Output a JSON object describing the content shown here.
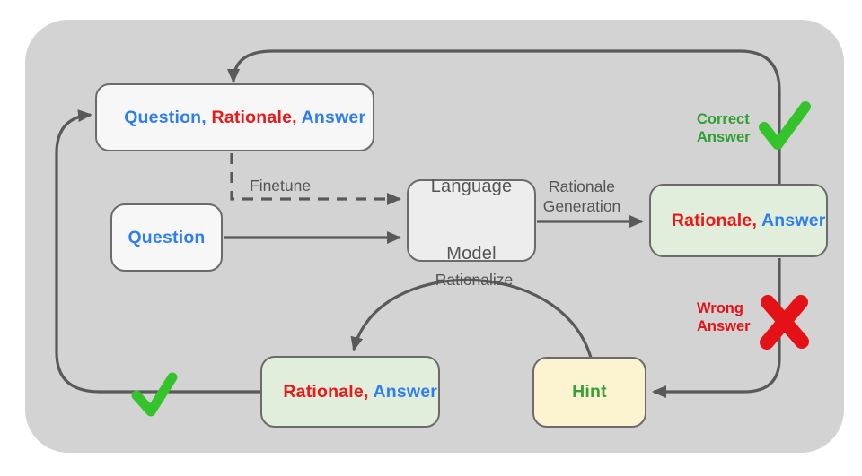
{
  "palette": {
    "canvas_bg": "#d3d3d3",
    "node_border": "#6b6b6b",
    "node_bg_light": "#f7f7f7",
    "node_bg_gray": "#ededed",
    "node_bg_green": "#e1eedb",
    "node_bg_yellow": "#fcf4d0",
    "blue": "#2e7ef2",
    "red": "#ee1616",
    "green_text": "#3a9e3a",
    "check_green": "#35c32b",
    "cross_red": "#e41217",
    "line": "#595959"
  },
  "nodes": {
    "question_rationale_answer": {
      "parts": [
        {
          "text": "Question,",
          "color": "#2e7ef2"
        },
        {
          "text": " Rationale,",
          "color": "#ee1616"
        },
        {
          "text": " Answer",
          "color": "#2e7ef2"
        }
      ]
    },
    "question": {
      "label": "Question",
      "color": "#2e7ef2"
    },
    "language_model": {
      "line1": "Language",
      "line2": "Model"
    },
    "rationale_answer_right": {
      "parts": [
        {
          "text": "Rationale,",
          "color": "#ee1616"
        },
        {
          "text": " Answer",
          "color": "#2e7ef2"
        }
      ]
    },
    "rationale_answer_bottom": {
      "parts": [
        {
          "text": "Rationale,",
          "color": "#ee1616"
        },
        {
          "text": " Answer",
          "color": "#2e7ef2"
        }
      ]
    },
    "hint": {
      "label": "Hint",
      "color": "#3a9e3a"
    }
  },
  "edge_labels": {
    "finetune": "Finetune",
    "rationale_generation": {
      "line1": "Rationale",
      "line2": "Generation"
    },
    "rationalize": "Rationalize"
  },
  "annotations": {
    "correct_answer": {
      "line1": "Correct",
      "line2": "Answer",
      "color": "#2f9e33"
    },
    "wrong_answer": {
      "line1": "Wrong",
      "line2": "Answer",
      "color": "#e41217"
    },
    "correct_check_icon": "green-checkmark",
    "wrong_cross_icon": "red-cross",
    "loop_check_icon": "green-checkmark"
  }
}
